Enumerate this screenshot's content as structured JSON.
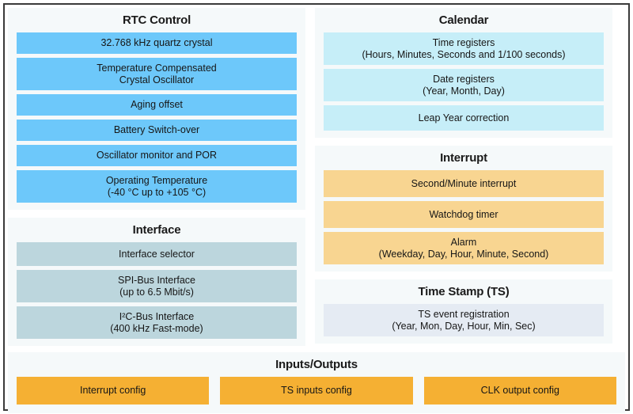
{
  "diagram": {
    "left_column": [
      {
        "title": "RTC Control",
        "style": "rtc",
        "items": [
          {
            "line1": "32.768 kHz quartz crystal",
            "line2": "",
            "h": "h-rtc1"
          },
          {
            "line1": "Temperature Compensated",
            "line2": "Crystal Oscillator",
            "h": "h-rtc2"
          },
          {
            "line1": "Aging offset",
            "line2": "",
            "h": "h-rtc1"
          },
          {
            "line1": "Battery Switch-over",
            "line2": "",
            "h": "h-rtc1"
          },
          {
            "line1": "Oscillator monitor and POR",
            "line2": "",
            "h": "h-rtc1"
          },
          {
            "line1": "Operating Temperature",
            "line2": "(-40 °C up to +105 °C)",
            "h": "h-rtc2"
          }
        ]
      },
      {
        "title": "Interface",
        "style": "interface",
        "items": [
          {
            "line1": "Interface selector",
            "line2": "",
            "h": "h-iface1"
          },
          {
            "line1": "SPI-Bus Interface",
            "line2": "(up to 6.5 Mbit/s)",
            "h": "h-iface2"
          },
          {
            "line1": "I²C-Bus Interface",
            "line2": "(400 kHz Fast-mode)",
            "h": "h-iface2"
          }
        ]
      }
    ],
    "right_column": [
      {
        "title": "Calendar",
        "style": "calendar",
        "items": [
          {
            "line1": "Time registers",
            "line2": "(Hours, Minutes, Seconds and 1/100 seconds)",
            "h": "h-cal2"
          },
          {
            "line1": "Date registers",
            "line2": "(Year, Month, Day)",
            "h": "h-cal2"
          },
          {
            "line1": "Leap Year correction",
            "line2": "",
            "h": "h-cal1"
          }
        ]
      },
      {
        "title": "Interrupt",
        "style": "interrupt",
        "items": [
          {
            "line1": "Second/Minute interrupt",
            "line2": "",
            "h": "h-int1"
          },
          {
            "line1": "Watchdog timer",
            "line2": "",
            "h": "h-int1"
          },
          {
            "line1": "Alarm",
            "line2": "(Weekday, Day, Hour, Minute, Second)",
            "h": "h-cal2"
          }
        ]
      },
      {
        "title": "Time Stamp (TS)",
        "style": "ts",
        "items": [
          {
            "line1": "TS event registration",
            "line2": "(Year, Mon, Day, Hour, Min, Sec)",
            "h": "h-ts"
          }
        ]
      }
    ],
    "bottom": {
      "title": "Inputs/Outputs",
      "style": "io",
      "items": [
        {
          "line1": "Interrupt config",
          "line2": "",
          "h": "h-io"
        },
        {
          "line1": "TS inputs config",
          "line2": "",
          "h": "h-io"
        },
        {
          "line1": "CLK output config",
          "line2": "",
          "h": "h-io"
        }
      ]
    }
  },
  "colors": {
    "rtc_bar": "#6dc8fa",
    "interface_bar": "#bcd6dd",
    "calendar_bar": "#c6eef8",
    "interrupt_bar": "#f8d591",
    "timestamp_bar": "#e5ebf3",
    "io_bar": "#f5b033",
    "panel_background": "#f5f9fa",
    "frame_border": "#3a3a3a",
    "page_background": "#ffffff"
  }
}
